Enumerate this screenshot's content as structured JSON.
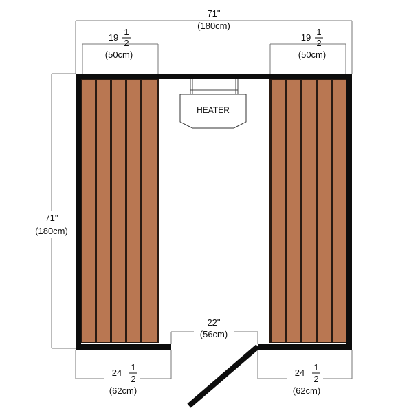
{
  "colors": {
    "wall": "#0d0d0d",
    "bench_slat": "#b97752",
    "bench_gap": "#2a1a12",
    "dimension_line": "#777777",
    "background": "#ffffff"
  },
  "heater": {
    "label": "HEATER"
  },
  "dimensions": {
    "top_width": {
      "value": "71\"",
      "metric": "(180cm)"
    },
    "left_height": {
      "value": "71\"",
      "metric": "(180cm)"
    },
    "left_bench": {
      "whole": "19",
      "num": "1",
      "den": "2",
      "metric": "(50cm)"
    },
    "right_bench": {
      "whole": "19",
      "num": "1",
      "den": "2",
      "metric": "(50cm)"
    },
    "door": {
      "value": "22\"",
      "metric": "(56cm)"
    },
    "left_bottom_wall": {
      "whole": "24",
      "num": "1",
      "den": "2",
      "metric": "(62cm)"
    },
    "right_bottom_wall": {
      "whole": "24",
      "num": "1",
      "den": "2",
      "metric": "(62cm)"
    }
  }
}
